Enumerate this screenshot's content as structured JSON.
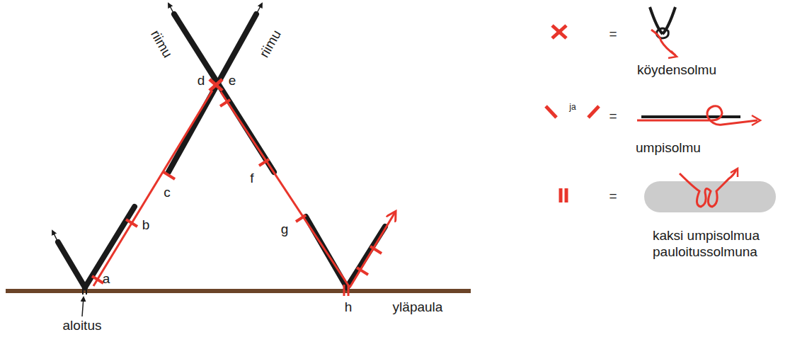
{
  "diagram": {
    "labels": [
      "riimu",
      "riimu",
      "a",
      "b",
      "c",
      "d",
      "e",
      "f",
      "g",
      "h",
      "aloitus",
      "yläpaula",
      "=",
      "ja",
      "=",
      "="
    ],
    "legend": [
      {
        "text": "köydensolmu"
      },
      {
        "text": "umpisolmu"
      },
      {
        "text": "kaksi umpisolmua pauloitussolmuna"
      }
    ]
  }
}
